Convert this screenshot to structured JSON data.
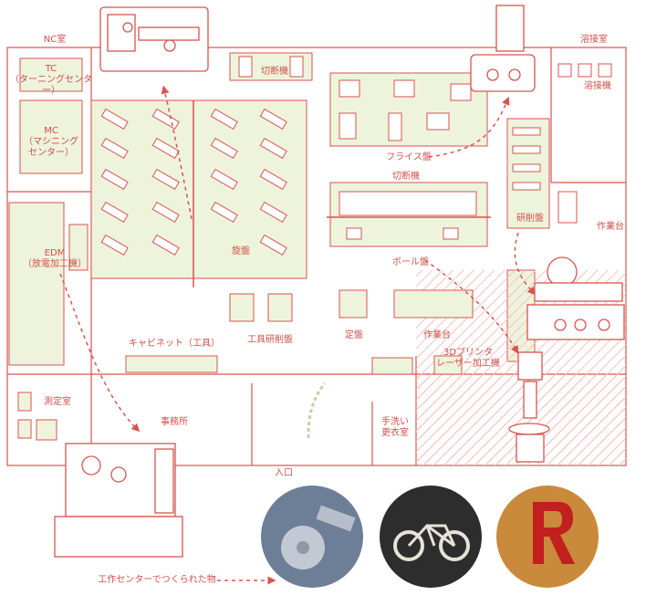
{
  "labels": {
    "nc_room": "NC室",
    "tc": "TC\n（ターニングセンター）",
    "mc": "MC\n（マシニング\nセンター）",
    "edm": "EDM\n（放電加工機）",
    "cutting_top": "切断機",
    "welding_room": "溶接室",
    "welder": "溶接機",
    "milling": "フライス盤",
    "cutting_mid": "切断機",
    "grinder": "研削盤",
    "workbench_right": "作業台",
    "lathe": "旋盤",
    "drill_press": "ボール盤",
    "tool_grinder": "工具研削盤",
    "surface_plate": "定盤",
    "workbench_mid": "作業台",
    "cabinet": "キャビネット（工具）",
    "printer_laser": "3Dプリンタ\nレーザー加工機",
    "measuring_room": "測定室",
    "office": "事務所",
    "washroom": "手洗い\n更衣室",
    "entrance": "入口",
    "caption": "工作センターでつくられた物"
  },
  "colors": {
    "line": "#d9534f",
    "fill": "#eef3dc",
    "hatch": "#f3c9c6",
    "arrow": "#d9534f",
    "entrance_arrow": "#c7cfa5"
  },
  "icons": [
    "lathe-illustration",
    "milling-machine-illustration",
    "grinder-illustration",
    "drill-press-illustration",
    "edm-illustration"
  ],
  "photos": [
    "machined-aluminum-part",
    "3d-printed-bicycle",
    "laser-cut-letter-r"
  ]
}
